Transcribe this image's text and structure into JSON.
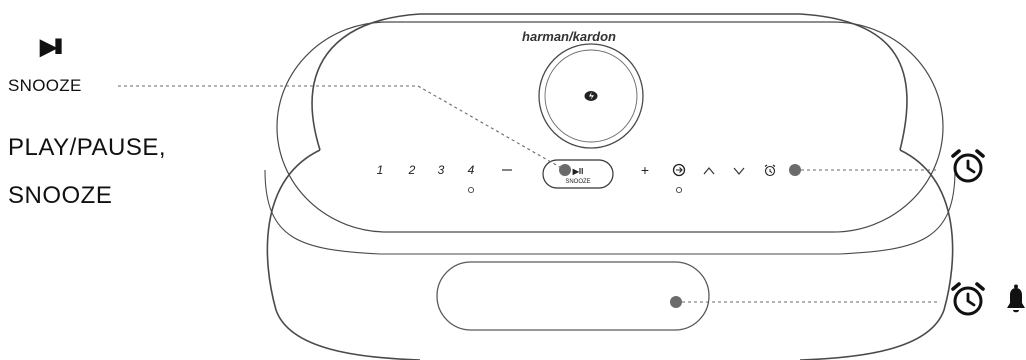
{
  "legend": {
    "top_icon_label": "▶II",
    "top_text": "SNOOZE",
    "main_line1": "PLAY/PAUSE,",
    "main_line2": "SNOOZE"
  },
  "device": {
    "brand": "harman/kardon",
    "preset_buttons": [
      "1",
      "2",
      "3",
      "4"
    ],
    "minus": "−",
    "center_button_icon": "▶II",
    "center_button_label": "SNOOZE",
    "plus": "+",
    "icons": [
      "source-icon",
      "chevron-up-icon",
      "chevron-down-icon",
      "alarm-clock-icon"
    ]
  },
  "callouts": {
    "right_top_icons": [
      "alarm-clock-icon"
    ],
    "right_bottom_icons": [
      "alarm-clock-icon",
      "bell-icon"
    ]
  },
  "colors": {
    "line": "#6a6a6a",
    "dot": "#6b6b6b",
    "icon": "#111111"
  }
}
